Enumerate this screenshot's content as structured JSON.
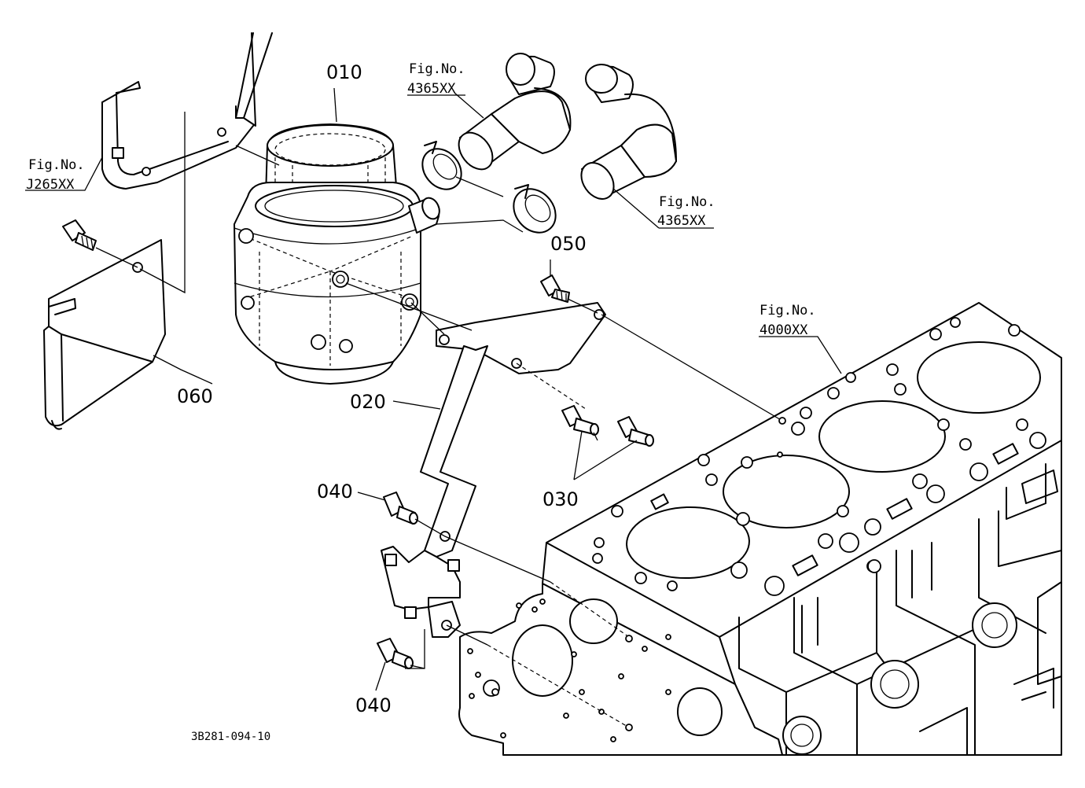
{
  "parts": {
    "p010": "010",
    "p020": "020",
    "p030": "030",
    "p040a": "040",
    "p040b": "040",
    "p050": "050",
    "p060": "060"
  },
  "figrefs": {
    "bracket": {
      "label": "Fig.No.",
      "num": "J265XX"
    },
    "hose_upper": {
      "label": "Fig.No.",
      "num": "4365XX"
    },
    "hose_lower": {
      "label": "Fig.No.",
      "num": "4365XX"
    },
    "block": {
      "label": "Fig.No.",
      "num": "4000XX"
    }
  },
  "drawing_code": "3B281-094-10"
}
